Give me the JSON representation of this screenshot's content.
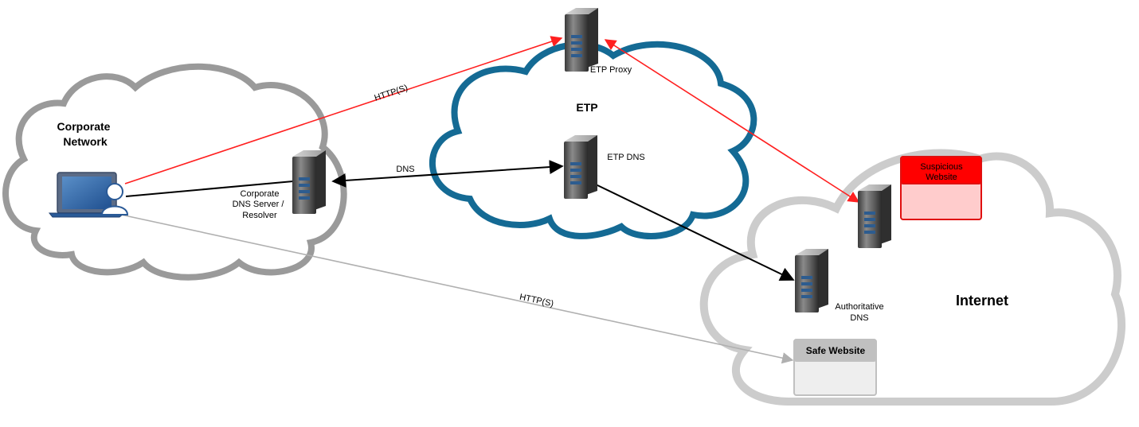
{
  "clouds": {
    "corporate": {
      "title_line1": "Corporate",
      "title_line2": "Network",
      "stroke": "#9a9a9a"
    },
    "etp": {
      "title": "ETP",
      "stroke": "#146a94"
    },
    "internet": {
      "title": "Internet",
      "stroke": "#cccccc"
    }
  },
  "nodes": {
    "laptop": {
      "icon": "laptop-user-icon"
    },
    "corp_dns": {
      "label_line1": "Corporate",
      "label_line2": "DNS Server /",
      "label_line3": "Resolver",
      "icon": "server-icon"
    },
    "etp_proxy": {
      "label": "ETP Proxy",
      "icon": "server-icon"
    },
    "etp_dns": {
      "label": "ETP DNS",
      "icon": "server-icon"
    },
    "suspicious_server": {
      "icon": "server-icon"
    },
    "auth_dns": {
      "label_line1": "Authoritative",
      "label_line2": "DNS",
      "icon": "server-icon"
    }
  },
  "websites": {
    "suspicious": {
      "line1": "Suspicious",
      "line2": "Website",
      "header_color": "#ff0000",
      "body_color": "#ffcccc"
    },
    "safe": {
      "title": "Safe Website",
      "header_color": "#c0c0c0",
      "body_color": "#eeeeee"
    }
  },
  "edges": {
    "laptop_proxy": {
      "label": "HTTP(S)",
      "color": "#ff2020"
    },
    "laptop_corp_dns": {
      "label": "",
      "color": "#000000"
    },
    "corp_dns_etp_dns": {
      "label": "DNS",
      "color": "#000000"
    },
    "etp_dns_auth": {
      "label": "",
      "color": "#000000"
    },
    "proxy_suspicious": {
      "label": "",
      "color": "#ff2020"
    },
    "laptop_safe": {
      "label": "HTTP(S)",
      "color": "#b0b0b0"
    }
  }
}
